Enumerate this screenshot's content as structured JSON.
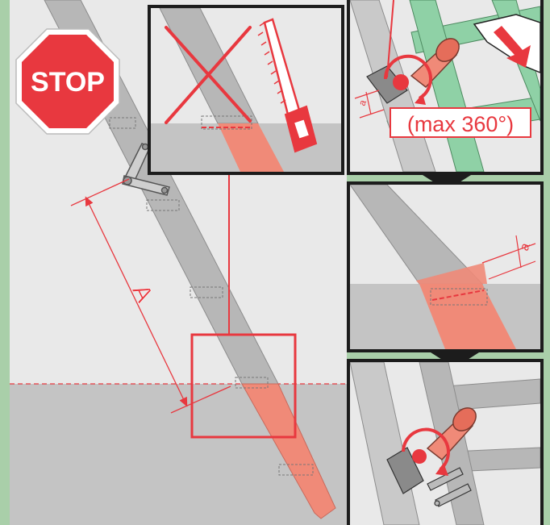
{
  "stop_sign": {
    "label": "STOP"
  },
  "dimension_A": {
    "label": "A"
  },
  "dimension_a": {
    "label": "a"
  },
  "rotation_limit": {
    "label": "(max 360°)"
  },
  "colors": {
    "frame_green": "#a9cfa9",
    "wall": "#e9e9e9",
    "floor": "#c4c4c4",
    "stringer": "#b3b3b3",
    "cut_area": "#f08a78",
    "accent_red": "#e8383f",
    "stop_red": "#e8383f",
    "panel_border": "#1c1c1c",
    "ladder_green": "#8fd1a6"
  },
  "icons": [
    "stop-sign-icon",
    "hand-saw-icon",
    "cross-out-icon",
    "adjuster-knob-icon",
    "rotation-arrow-icon",
    "down-arrow-icon",
    "hinge-icon"
  ]
}
